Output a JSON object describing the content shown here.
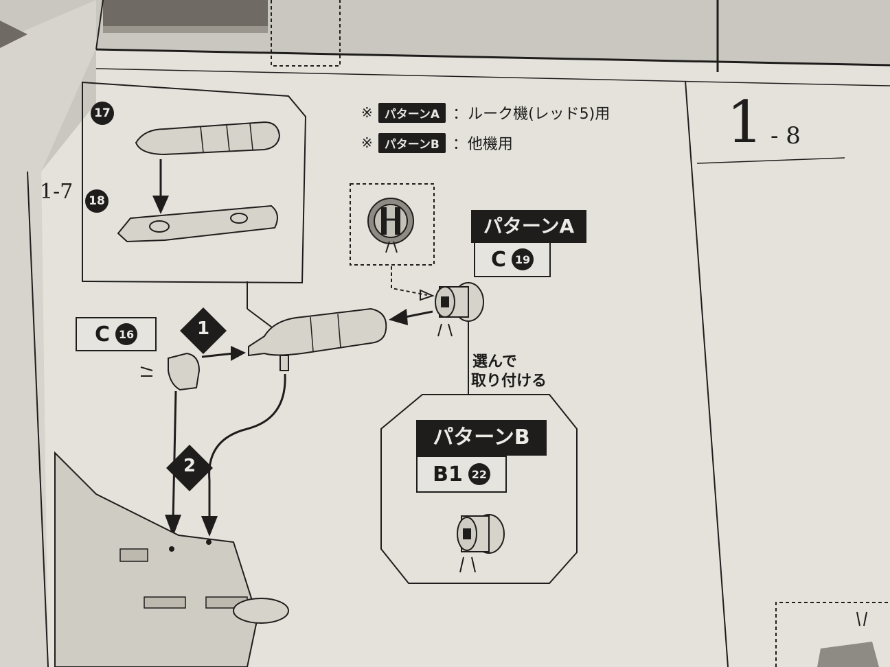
{
  "legend": {
    "mark": "※",
    "pattern_a": {
      "tag": "パターンA",
      "desc": "：ルーク機(レッド5)用"
    },
    "pattern_b": {
      "tag": "パターンB",
      "desc": "：他機用"
    }
  },
  "step": {
    "number": "1",
    "sub": "- 8",
    "prev": "1-7"
  },
  "callouts": {
    "top_part": "17",
    "bottom_part": "18"
  },
  "parts": {
    "c16": {
      "letter": "C",
      "num": "16"
    },
    "pattern_a": {
      "label": "パターンA",
      "letter": "C",
      "num": "19"
    },
    "pattern_b": {
      "label": "パターンB",
      "letter": "B1",
      "num": "22"
    }
  },
  "steps": [
    "1",
    "2"
  ],
  "choose_note": {
    "line1": "選んで",
    "line2": "取り付ける"
  },
  "colors": {
    "paper": "#e3e1da",
    "ink": "#1e1d1c",
    "part_fill": "#d8d5cc"
  }
}
